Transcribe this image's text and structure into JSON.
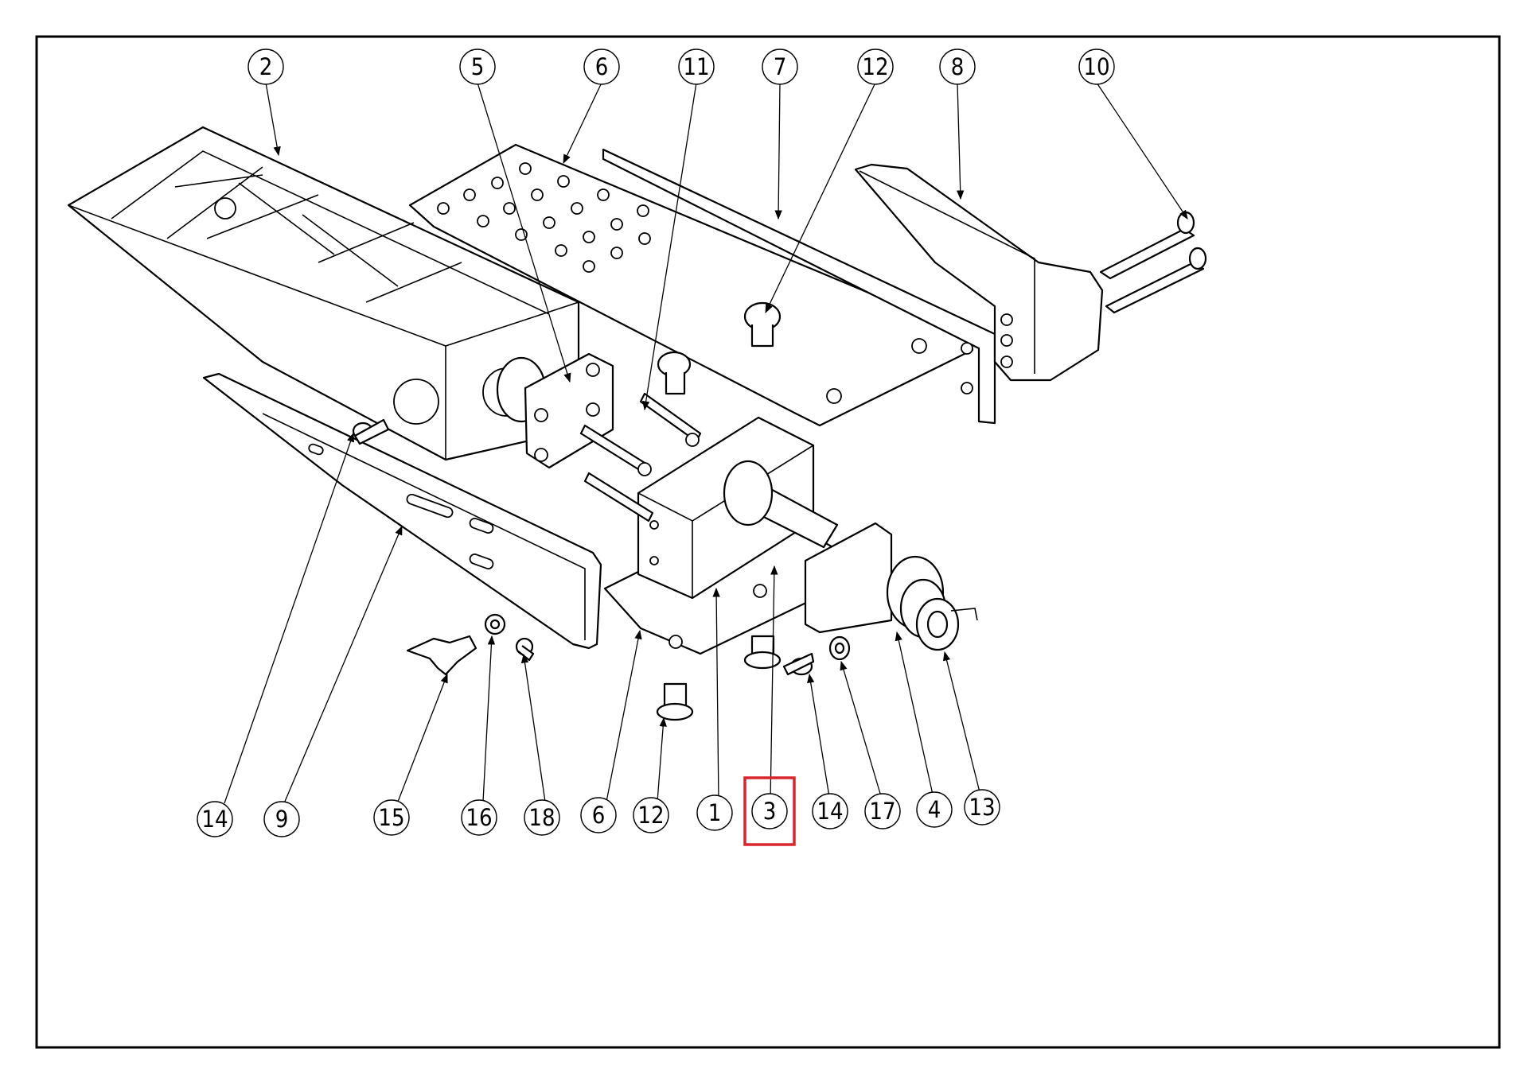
{
  "callouts": {
    "top": [
      "2",
      "5",
      "6",
      "11",
      "7",
      "12",
      "8",
      "10"
    ],
    "bottom": [
      "14",
      "9",
      "15",
      "16",
      "18",
      "6",
      "12",
      "1",
      "3",
      "14",
      "17",
      "4",
      "13"
    ]
  },
  "highlighted_callout": "3",
  "colors": {
    "line": "#000000",
    "highlight": "#d8262c",
    "background": "#ffffff"
  }
}
